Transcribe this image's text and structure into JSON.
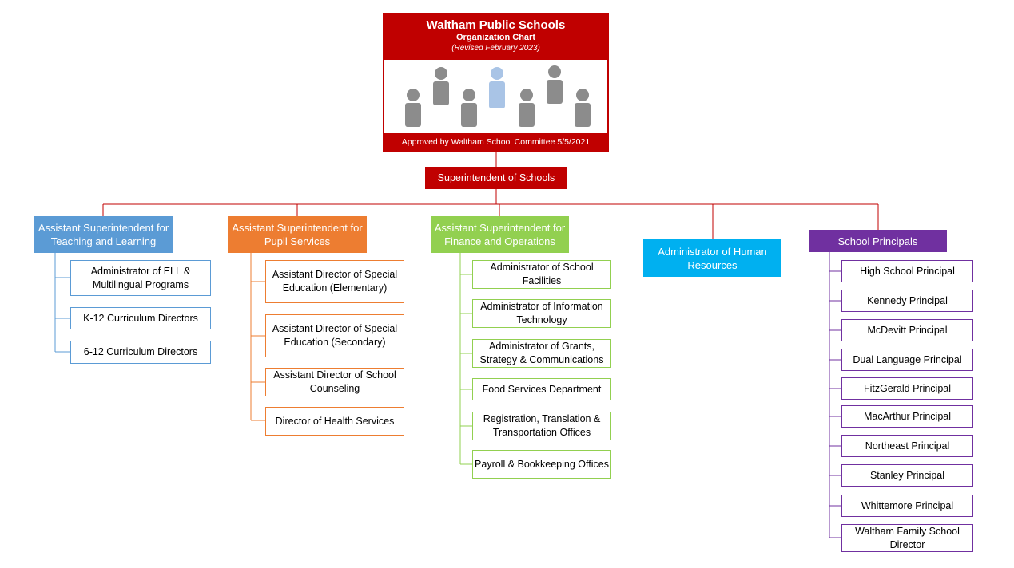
{
  "header": {
    "title": "Waltham Public Schools",
    "subtitle": "Organization Chart",
    "revised": "(Revised February 2023)",
    "approved": "Approved by Waltham School Committee 5/5/2021"
  },
  "superintendent": "Superintendent of Schools",
  "branches": {
    "teaching": {
      "title": "Assistant Superintendent for Teaching and Learning",
      "color": "#5b9bd5",
      "children": [
        "Administrator of ELL & Multilingual Programs",
        "K-12 Curriculum Directors",
        "6-12 Curriculum Directors"
      ]
    },
    "pupil": {
      "title": "Assistant Superintendent for Pupil Services",
      "color": "#ed7d31",
      "children": [
        "Assistant Director of Special Education (Elementary)",
        "Assistant Director of Special Education (Secondary)",
        "Assistant Director of School Counseling",
        "Director of Health Services"
      ]
    },
    "finance": {
      "title": "Assistant Superintendent for Finance and Operations",
      "color": "#92d050",
      "children": [
        "Administrator of School Facilities",
        "Administrator of Information Technology",
        "Administrator of Grants, Strategy & Communications",
        "Food Services Department",
        "Registration, Translation & Transportation Offices",
        "Payroll & Bookkeeping Offices"
      ]
    },
    "hr": {
      "title": "Administrator of Human Resources",
      "color": "#00b0f0"
    },
    "principals": {
      "title": "School Principals",
      "color": "#7030a0",
      "children": [
        "High School Principal",
        "Kennedy  Principal",
        "McDevitt Principal",
        "Dual Language Principal",
        "FitzGerald Principal",
        "MacArthur Principal",
        "Northeast Principal",
        "Stanley Principal",
        "Whittemore Principal",
        "Waltham Family School Director"
      ]
    }
  }
}
